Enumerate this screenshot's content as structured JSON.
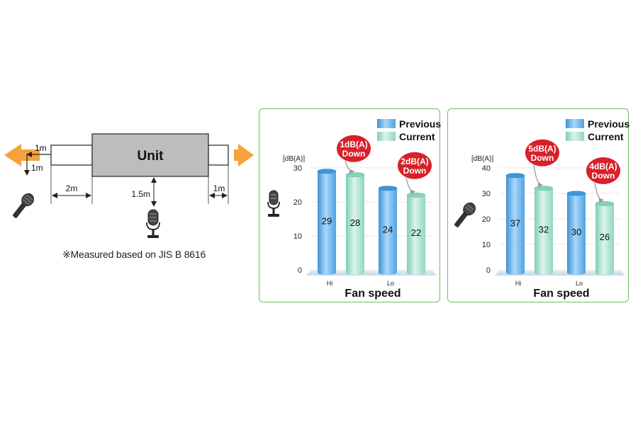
{
  "diagram": {
    "unit_label": "Unit",
    "dist_left_up": "1m",
    "dist_left_down": "1m",
    "dist_left_horizontal": "2m",
    "dist_right_horizontal": "1m",
    "dist_below": "1.5m",
    "note": "※Measured based on JIS B 8616"
  },
  "legend": {
    "previous": "Previous",
    "current": "Current"
  },
  "colors": {
    "previous": "#5aaee8",
    "current": "#9edfc6",
    "badge": "#d8202a",
    "arrow_orange": "#f5a23c",
    "panel_border": "#6cbf5d",
    "unit_box": "#bdbdbd"
  },
  "chart_data": [
    {
      "type": "bar",
      "ylabel": "[dB(A)]",
      "xlabel": "Fan speed",
      "ylim": [
        0,
        30
      ],
      "yticks": [
        0,
        10,
        20,
        30
      ],
      "categories": [
        "Hi",
        "Lo"
      ],
      "series": [
        {
          "name": "Previous",
          "values": [
            29,
            24
          ]
        },
        {
          "name": "Current",
          "values": [
            28,
            22
          ]
        }
      ],
      "annotations": [
        {
          "line1": "1dB(A)",
          "line2": "Down"
        },
        {
          "line1": "2dB(A)",
          "line2": "Down"
        }
      ],
      "icon": "microphone-stand-icon"
    },
    {
      "type": "bar",
      "ylabel": "[dB(A)]",
      "xlabel": "Fan speed",
      "ylim": [
        0,
        40
      ],
      "yticks": [
        0,
        10,
        20,
        30,
        40
      ],
      "categories": [
        "Hi",
        "Lo"
      ],
      "series": [
        {
          "name": "Previous",
          "values": [
            37,
            30
          ]
        },
        {
          "name": "Current",
          "values": [
            32,
            26
          ]
        }
      ],
      "annotations": [
        {
          "line1": "5dB(A)",
          "line2": "Down"
        },
        {
          "line1": "4dB(A)",
          "line2": "Down"
        }
      ],
      "icon": "handheld-microphone-icon"
    }
  ]
}
